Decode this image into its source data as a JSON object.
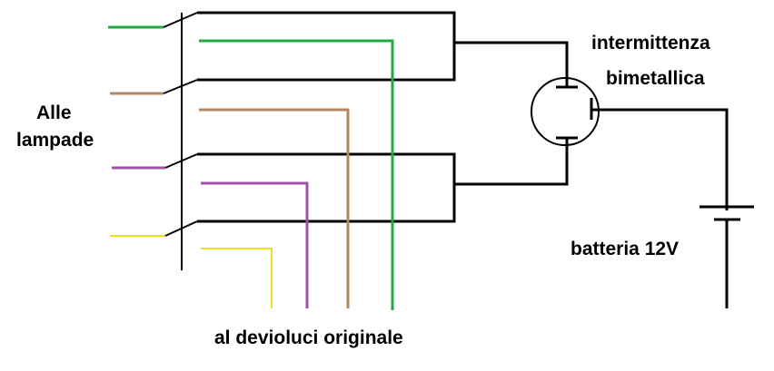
{
  "labels": {
    "lamps_line1": "Alle",
    "lamps_line2": "lampade",
    "flasher_line1": "intermittenza",
    "flasher_line2": "bimetallica",
    "battery": "batteria 12V",
    "original_switch": "al devioluci originale"
  },
  "colors": {
    "wire_black": "#000000",
    "wire_green": "#22aa44",
    "wire_brown": "#b08860",
    "wire_purple": "#a050a8",
    "wire_yellow": "#f0e020"
  },
  "components": [
    "lamp-wire",
    "relay-switch",
    "bimetal-flasher",
    "battery",
    "original-switch-wire"
  ]
}
